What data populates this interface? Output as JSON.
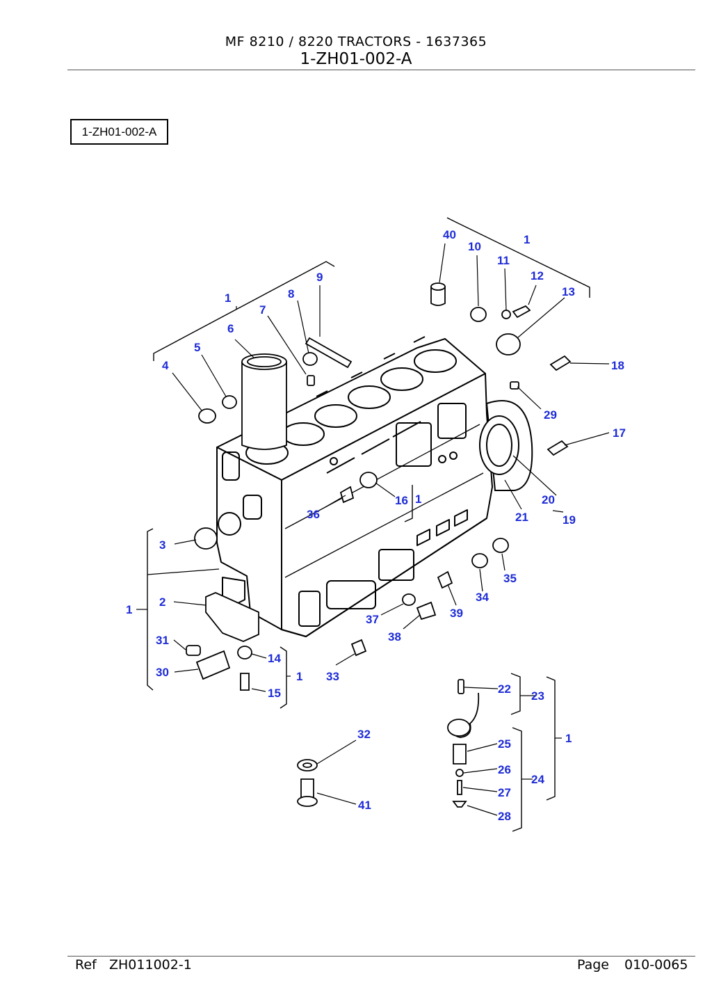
{
  "header": {
    "title": "MF 8210 / 8220  TRACTORS - 1637365",
    "code": "1-ZH01-002-A"
  },
  "diagram": {
    "reference_box": "1-ZH01-002-A",
    "callout_color": "#1d2bd6",
    "line_color": "#000000",
    "callouts": {
      "c1a": "1",
      "c1b": "1",
      "c1c": "1",
      "c1d": "1",
      "c1e": "1",
      "c1f": "1",
      "c2": "2",
      "c3": "3",
      "c4": "4",
      "c5": "5",
      "c6": "6",
      "c7": "7",
      "c8": "8",
      "c9": "9",
      "c10": "10",
      "c11": "11",
      "c12": "12",
      "c13": "13",
      "c14": "14",
      "c15": "15",
      "c16": "16",
      "c17": "17",
      "c18": "18",
      "c19": "19",
      "c20": "20",
      "c21": "21",
      "c22": "22",
      "c23": "23",
      "c24": "24",
      "c25": "25",
      "c26": "26",
      "c27": "27",
      "c28": "28",
      "c29": "29",
      "c30": "30",
      "c31": "31",
      "c32": "32",
      "c33": "33",
      "c34": "34",
      "c35": "35",
      "c36": "36",
      "c37": "37",
      "c38": "38",
      "c39": "39",
      "c40": "40",
      "c41": "41"
    }
  },
  "footer": {
    "ref_label": "Ref",
    "ref_value": "ZH011002-1",
    "page_label": "Page",
    "page_value": "010-0065"
  }
}
